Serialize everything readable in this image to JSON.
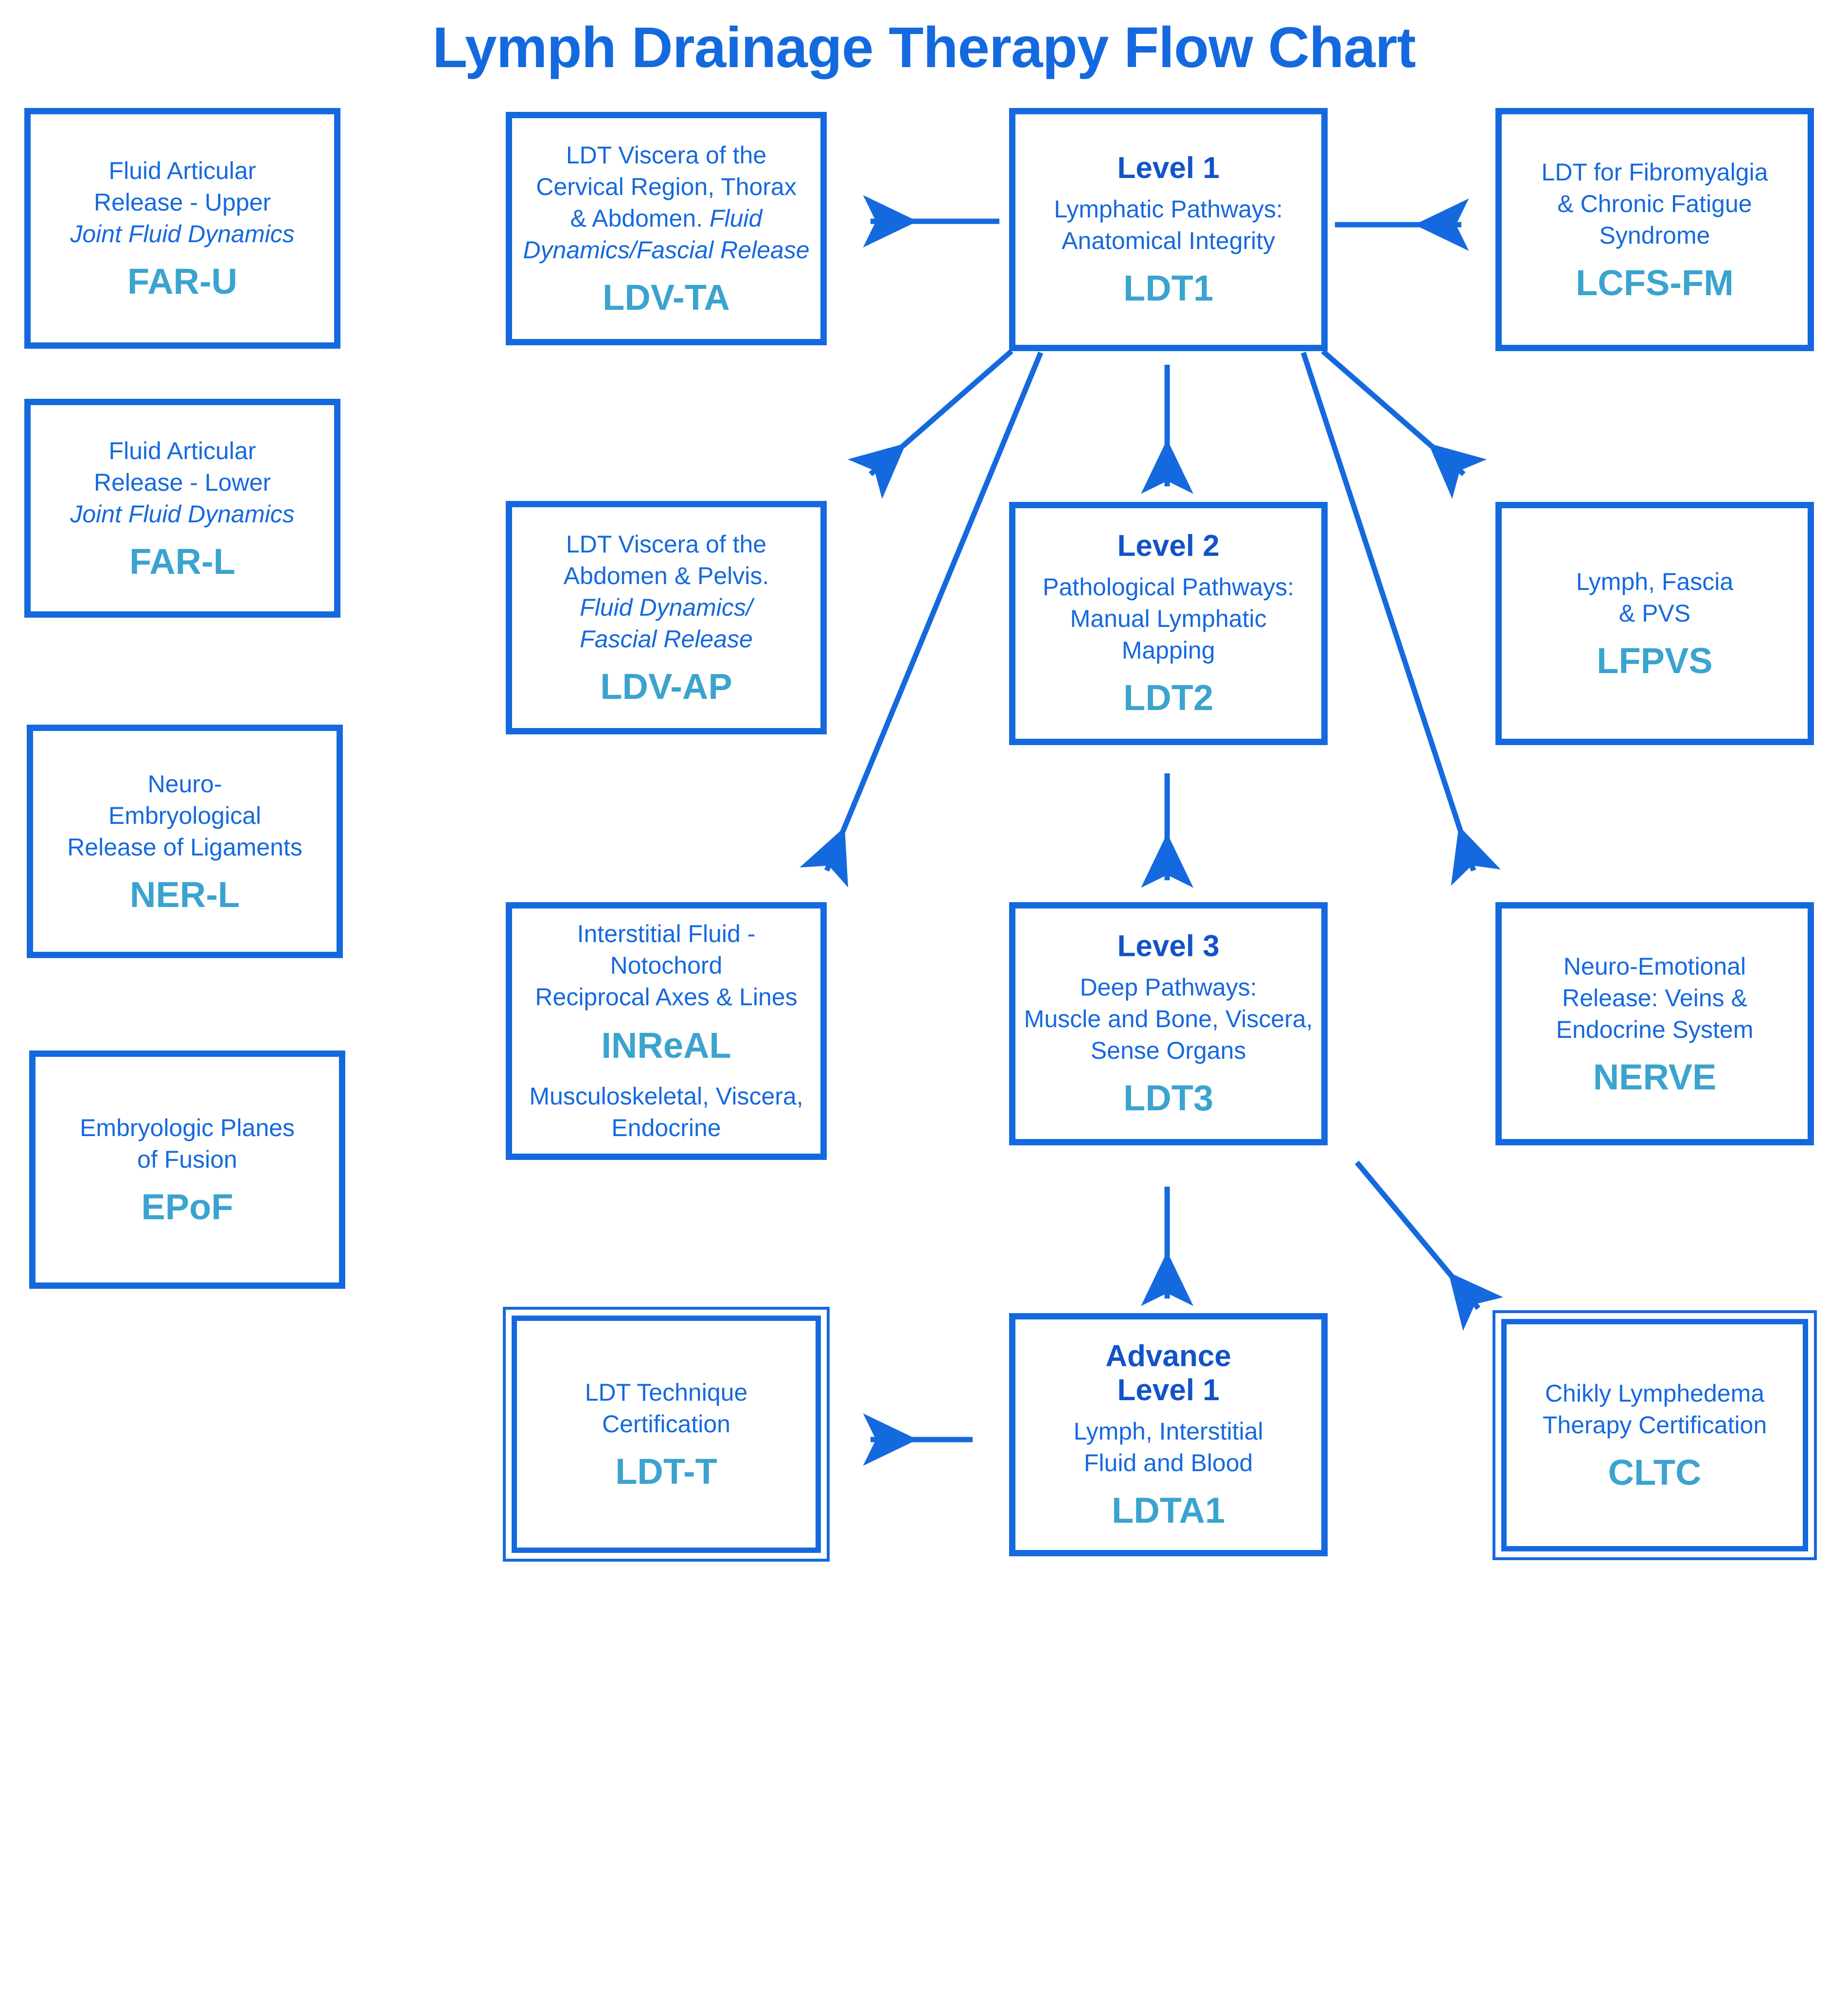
{
  "title": "Lymph Drainage Therapy Flow Chart",
  "colors": {
    "border_blue": "#1569de",
    "text_blue": "#1569de",
    "heading_blue": "#1253c8",
    "code_teal": "#3ba3cf",
    "background": "#ffffff"
  },
  "nodes": {
    "far_u": {
      "line1": "Fluid Articular",
      "line2": "Release - Upper",
      "line3_italic": "Joint Fluid Dynamics",
      "code": "FAR-U"
    },
    "far_l": {
      "line1": "Fluid Articular",
      "line2": "Release - Lower",
      "line3_italic": "Joint Fluid Dynamics",
      "code": "FAR-L"
    },
    "ner_l": {
      "line1": "Neuro-",
      "line2": "Embryological",
      "line3": "Release of Ligaments",
      "code": "NER-L"
    },
    "epof": {
      "line1": "Embryologic Planes",
      "line2": "of Fusion",
      "code": "EPoF"
    },
    "ldv_ta": {
      "line1": "LDT Viscera of the",
      "line2": "Cervical Region, Thorax",
      "line3_plain": "& Abdomen. ",
      "line3_italic": "Fluid",
      "line4_italic": "Dynamics/Fascial Release",
      "code": "LDV-TA"
    },
    "ldv_ap": {
      "line1": "LDT Viscera of the",
      "line2": "Abdomen & Pelvis.",
      "line3_italic": "Fluid Dynamics/",
      "line4_italic": "Fascial Release",
      "code": "LDV-AP"
    },
    "inreal": {
      "line1": "Interstitial Fluid - Notochord",
      "line2": "Reciprocal Axes & Lines",
      "code": "INReAL",
      "line3": "Musculoskeletal, Viscera,",
      "line4": "Endocrine"
    },
    "ldt_t": {
      "line1": "LDT Technique",
      "line2": "Certification",
      "code": "LDT-T"
    },
    "ldt1": {
      "heading": "Level 1",
      "line1": "Lymphatic Pathways:",
      "line2": "Anatomical Integrity",
      "code": "LDT1"
    },
    "ldt2": {
      "heading": "Level 2",
      "line1": "Pathological Pathways:",
      "line2": "Manual Lymphatic",
      "line3": "Mapping",
      "code": "LDT2"
    },
    "ldt3": {
      "heading": "Level 3",
      "line1": "Deep Pathways:",
      "line2": "Muscle and Bone, Viscera,",
      "line3": "Sense Organs",
      "code": "LDT3"
    },
    "ldta1": {
      "heading_line1": "Advance",
      "heading_line2": "Level 1",
      "line1": "Lymph, Interstitial",
      "line2": "Fluid and Blood",
      "code": "LDTA1"
    },
    "lcfs_fm": {
      "line1": "LDT for Fibromyalgia",
      "line2": "& Chronic Fatigue",
      "line3": "Syndrome",
      "code": "LCFS-FM"
    },
    "lfpvs": {
      "line1": "Lymph, Fascia",
      "line2": "& PVS",
      "code": "LFPVS"
    },
    "nerve": {
      "line1": "Neuro-Emotional",
      "line2": "Release: Veins &",
      "line3": "Endocrine System",
      "code": "NERVE"
    },
    "cltc": {
      "line1": "Chikly Lymphedema",
      "line2": "Therapy Certification",
      "code": "CLTC"
    }
  },
  "connections": [
    {
      "from": "ldt1",
      "to": "ldv_ta",
      "direction": "left"
    },
    {
      "from": "ldt1",
      "to": "lcfs_fm",
      "direction": "right"
    },
    {
      "from": "ldt1",
      "to": "ldv_ap",
      "direction": "diagonal-down-left"
    },
    {
      "from": "ldt1",
      "to": "ldt2",
      "direction": "down"
    },
    {
      "from": "ldt1",
      "to": "lfpvs",
      "direction": "diagonal-down-right"
    },
    {
      "from": "ldt1",
      "to": "inreal",
      "direction": "diagonal-down-left-long"
    },
    {
      "from": "ldt1",
      "to": "nerve",
      "direction": "diagonal-down-right-long"
    },
    {
      "from": "ldt2",
      "to": "ldt3",
      "direction": "down"
    },
    {
      "from": "ldt3",
      "to": "ldta1",
      "direction": "down"
    },
    {
      "from": "ldt3",
      "to": "cltc",
      "direction": "diagonal-down-right"
    },
    {
      "from": "ldta1",
      "to": "ldt_t",
      "direction": "left"
    }
  ]
}
